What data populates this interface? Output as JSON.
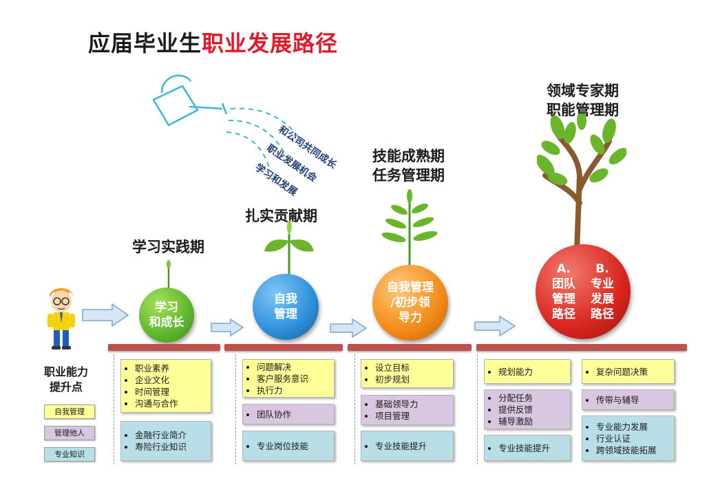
{
  "title": {
    "black": "应届毕业生",
    "red": "职业发展路径"
  },
  "slogans": [
    "和公司共同成长",
    "职业发展机会",
    "学习和发展"
  ],
  "stages": [
    {
      "label": "学习实践期",
      "circle": "学习\n和成长",
      "color": "#5fb52e"
    },
    {
      "label": "扎实贡献期",
      "circle": "自我\n管理",
      "color": "#2d8fd8"
    },
    {
      "label": "技能成熟期\n任务管理期",
      "circle": "自我管理\n/初步领\n导力",
      "color": "#f28a18"
    },
    {
      "label": "领域专家期\n职能管理期",
      "circle_a": "A.\n团队\n管理\n路径",
      "circle_b": "B.\n专业\n发展\n路径",
      "color": "#d7261e"
    }
  ],
  "ability_title": "职业能力\n提升点",
  "legend": [
    "自我管理",
    "管理他人",
    "专业知识"
  ],
  "columns": [
    {
      "self": [
        "职业素养",
        "企业文化",
        "时间管理",
        "沟通与合作"
      ],
      "others": [],
      "prof": [
        "金融行业简介",
        "寿险行业知识"
      ]
    },
    {
      "self": [
        "问题解决",
        "客户服务意识",
        "执行力"
      ],
      "others": [
        "团队协作"
      ],
      "prof": [
        "专业岗位技能"
      ]
    },
    {
      "self": [
        "设立目标",
        "初步规划"
      ],
      "others": [
        "基础领导力",
        "项目管理"
      ],
      "prof": [
        "专业技能提升"
      ]
    },
    {
      "self": [
        "规划能力"
      ],
      "others": [
        "分配任务",
        "提供反馈",
        "辅导激励"
      ],
      "prof": [
        "专业技能提升"
      ]
    },
    {
      "self": [
        "复杂问题决策"
      ],
      "others": [
        "传带与辅导"
      ],
      "prof": [
        "专业能力发展",
        "行业认证",
        "跨领域技能拓展"
      ]
    }
  ],
  "colors": {
    "red": "#e0192b",
    "bar": "#c0504d",
    "self_box": "#ffff99",
    "others_box": "#d9c6e0",
    "prof_box": "#b8dfe7"
  }
}
